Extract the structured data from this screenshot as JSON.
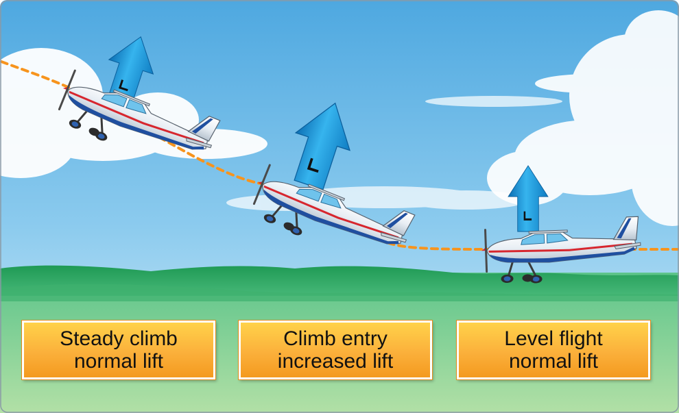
{
  "colors": {
    "sky_top": "#5aaee3",
    "sky_bottom": "#cfe9f7",
    "flight_path": "#f7941d",
    "lift_arrow": "#1c9ad6",
    "grass_dark": "#2e9b5a",
    "grass_light": "#a6dba0",
    "label_fill": "#fbb03b",
    "aircraft_stripe": "#1f4fa0",
    "aircraft_trim": "#d7262e"
  },
  "icons": {
    "lift_arrow": "lift-arrow-icon",
    "aircraft": "airplane-icon"
  },
  "phases": [
    {
      "id": "steady-climb",
      "line1": "Steady climb",
      "line2": "normal lift"
    },
    {
      "id": "climb-entry",
      "line1": "Climb entry",
      "line2": "increased lift"
    },
    {
      "id": "level-flight",
      "line1": "Level flight",
      "line2": "normal lift"
    }
  ],
  "lift_symbol": "L"
}
